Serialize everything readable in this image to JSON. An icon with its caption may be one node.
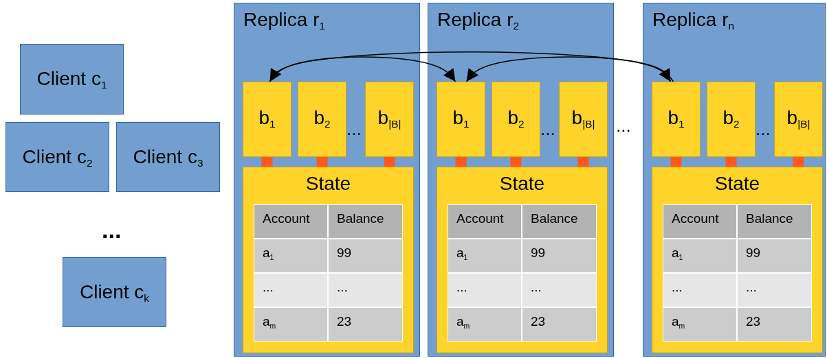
{
  "diagram": {
    "nodes": [
      {
        "text": [
          "Client c$_{1}$"
        ]
      },
      {
        "text": [
          "Client c$_{2}$"
        ]
      },
      {
        "text": [
          "Client c$_{3}$"
        ]
      },
      {
        "text": [
          "Client c$_{k}$"
        ]
      },
      {
        "text": [
          "Replica r$_{1}$"
        ]
      },
      {
        "text": [
          "b$_{1}$"
        ],
        "in": 4
      },
      {
        "text": [
          "b$_{2}$"
        ],
        "in": 4
      },
      {
        "text": [
          "b$_{|B|}$"
        ],
        "in": 4
      },
      {
        "text": [
          "State"
        ],
        "in": 4
      },
      {
        "text": [
          "Replica r$_{2}$"
        ]
      },
      {
        "text": [
          "b$_{1}$"
        ],
        "in": 9
      },
      {
        "text": [
          "b$_{2}$"
        ],
        "in": 9
      },
      {
        "text": [
          "b$_{|B|}$"
        ],
        "in": 9
      },
      {
        "text": [
          "State"
        ],
        "in": 9
      },
      {
        "text": [
          "Replica r$_{n}$"
        ]
      },
      {
        "text": [
          "b$_{1}$"
        ],
        "in": 14
      },
      {
        "text": [
          "b$_{2}$"
        ],
        "in": 14
      },
      {
        "text": [
          "b$_{|B|}$"
        ],
        "in": 14
      },
      {
        "text": [
          "State"
        ],
        "in": 14
      }
    ],
    "edges": [
      {
        "from": 5,
        "to": 10,
        "arrow": "to",
        "color": "#000000"
      },
      {
        "from": 5,
        "to": 15,
        "arrow": "both",
        "color": "#000000"
      },
      {
        "from": 15,
        "to": 10,
        "arrow": "to",
        "color": "#000000"
      },
      {
        "from": 5,
        "to": 8,
        "arrow": "none"
      },
      {
        "from": 6,
        "to": 8,
        "arrow": "none"
      },
      {
        "from": 7,
        "to": 8,
        "arrow": "none"
      },
      {
        "from": 10,
        "to": 13,
        "arrow": "none"
      },
      {
        "from": 11,
        "to": 13,
        "arrow": "none"
      },
      {
        "from": 12,
        "to": 13,
        "arrow": "none"
      },
      {
        "from": 15,
        "to": 18,
        "arrow": "none"
      },
      {
        "from": 16,
        "to": 18,
        "arrow": "none"
      },
      {
        "from": 17,
        "to": 18,
        "arrow": "none"
      }
    ],
    "labels": [
      "...",
      "Account",
      "Balance",
      "a$_{1}$",
      "99",
      "...",
      "...",
      "a$_{m}$",
      "23",
      "...",
      "Account",
      "Balance",
      "a$_{1}$",
      "99",
      "...",
      "...",
      "a$_{m}$",
      "23",
      "...",
      "Account",
      "Balance",
      "a$_{1}$",
      "99",
      "...",
      "...",
      "a$_{m}$",
      "23",
      "...",
      "..."
    ]
  }
}
